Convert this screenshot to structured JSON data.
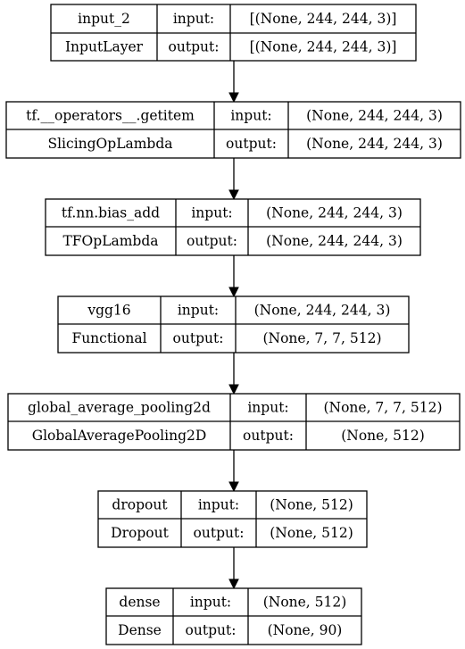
{
  "labels": {
    "input": "input:",
    "output": "output:"
  },
  "nodes": [
    {
      "name": "input_2",
      "type": "InputLayer",
      "input_shape": "[(None, 244, 244, 3)]",
      "output_shape": "[(None, 244, 244, 3)]"
    },
    {
      "name": "tf.__operators__.getitem",
      "type": "SlicingOpLambda",
      "input_shape": "(None, 244, 244, 3)",
      "output_shape": "(None, 244, 244, 3)"
    },
    {
      "name": "tf.nn.bias_add",
      "type": "TFOpLambda",
      "input_shape": "(None, 244, 244, 3)",
      "output_shape": "(None, 244, 244, 3)"
    },
    {
      "name": "vgg16",
      "type": "Functional",
      "input_shape": "(None, 244, 244, 3)",
      "output_shape": "(None, 7, 7, 512)"
    },
    {
      "name": "global_average_pooling2d",
      "type": "GlobalAveragePooling2D",
      "input_shape": "(None, 7, 7, 512)",
      "output_shape": "(None, 512)"
    },
    {
      "name": "dropout",
      "type": "Dropout",
      "input_shape": "(None, 512)",
      "output_shape": "(None, 512)"
    },
    {
      "name": "dense",
      "type": "Dense",
      "input_shape": "(None, 512)",
      "output_shape": "(None, 90)"
    }
  ]
}
